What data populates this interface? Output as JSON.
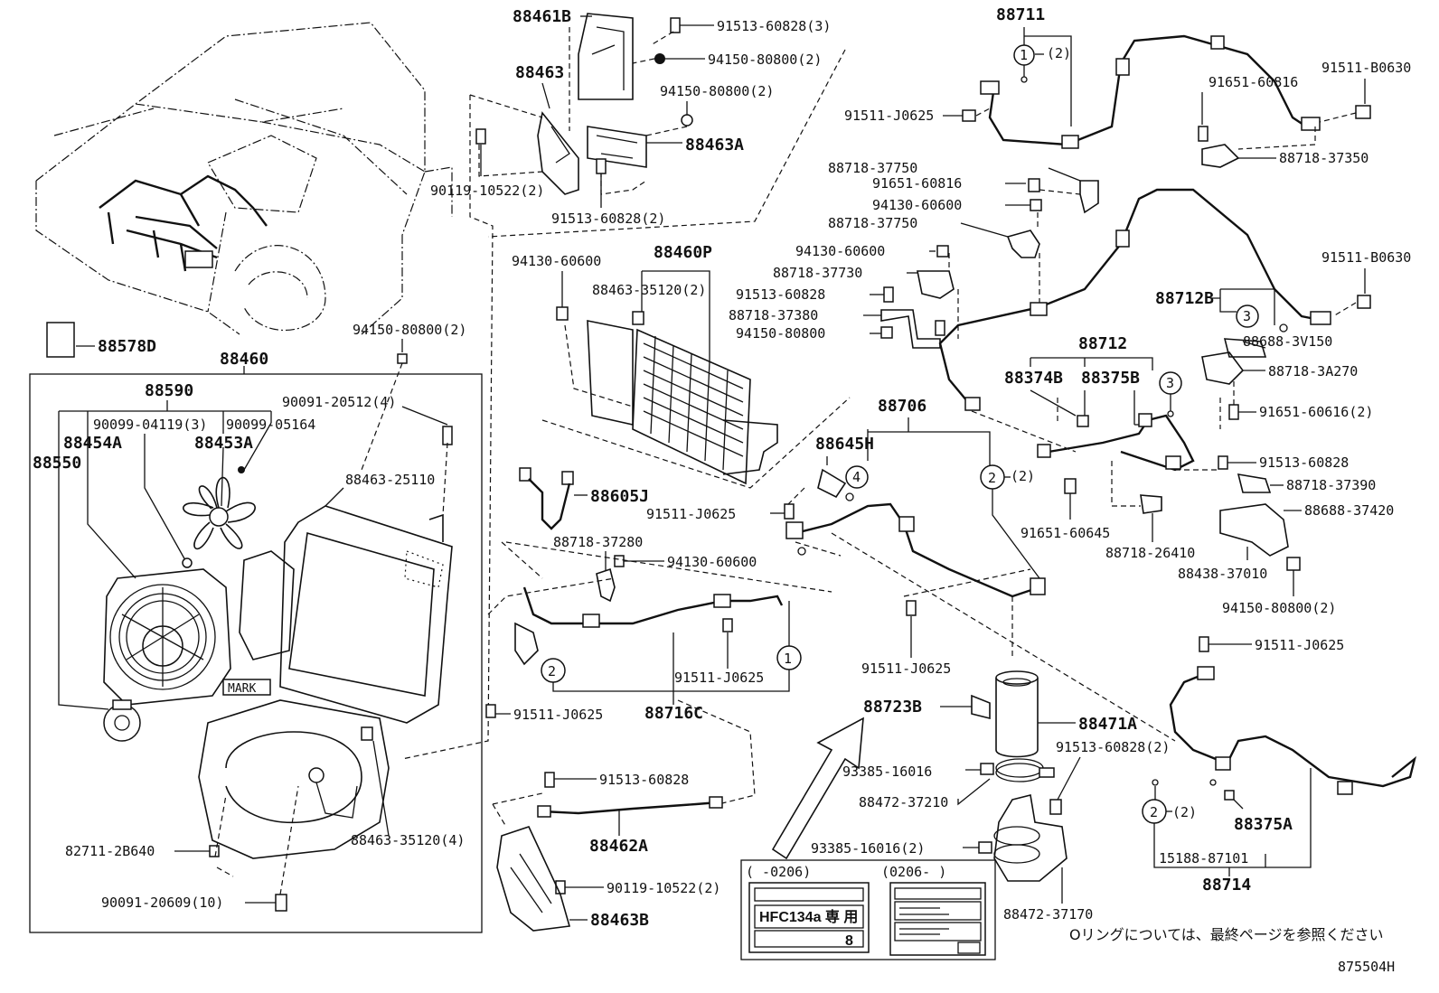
{
  "diagram_id": "875504H",
  "note_jp": "Oリングについては、最終ページを参照ください",
  "label_period_1": "(    -0206)",
  "label_period_2": "(0206-    )",
  "hfc_label": "HFC134a 専 用",
  "hfc_sub": "8",
  "callouts": {
    "c88461B": "88461B",
    "c91513_60828_3": "91513-60828(3)",
    "c94150_80800_2a": "94150-80800(2)",
    "c88463": "88463",
    "c94150_80800_2b": "94150-80800(2)",
    "c88463A": "88463A",
    "c90119_10522_2a": "90119-10522(2)",
    "c91513_60828_2a": "91513-60828(2)",
    "c94130_60600_a": "94130-60600",
    "c88460P": "88460P",
    "c88463_35120_2": "88463-35120(2)",
    "c94150_80800_2c": "94150-80800(2)",
    "c88460": "88460",
    "c88578D": "88578D",
    "c88590": "88590",
    "c90091_20512_4": "90091-20512(4)",
    "c90099_04119_3": "90099-04119(3)",
    "c90099_05164": "90099-05164",
    "c88454A": "88454A",
    "c88453A": "88453A",
    "c88550": "88550",
    "c88463_25110": "88463-25110",
    "c88605J": "88605J",
    "c88718_37280": "88718-37280",
    "c94130_60600_b": "94130-60600",
    "mark": "MARK",
    "c91511_J0625_a": "91511-J0625",
    "c88716C": "88716C",
    "c91511_J0625_b": "91511-J0625",
    "c82711_2B640": "82711-2B640",
    "c88463_35120_4": "88463-35120(4)",
    "c90091_20609_10": "90091-20609(10)",
    "c91513_60828_b": "91513-60828",
    "c88462A": "88462A",
    "c90119_10522_2b": "90119-10522(2)",
    "c88463B": "88463B",
    "c88711": "88711",
    "c91511_B0630_a": "91511-B0630",
    "c91651_60816_a": "91651-60816",
    "c91511_J0625_c": "91511-J0625",
    "c88718_37350": "88718-37350",
    "c88718_37750_a": "88718-37750",
    "c91651_60816_b": "91651-60816",
    "c94130_60600_c": "94130-60600",
    "c88718_37750_b": "88718-37750",
    "c94130_60600_d": "94130-60600",
    "c88718_37730": "88718-37730",
    "c91513_60828_c": "91513-60828",
    "c88718_37380": "88718-37380",
    "c94150_80800_d": "94150-80800",
    "c91511_B0630_b": "91511-B0630",
    "c88712B": "88712B",
    "c88712": "88712",
    "c88688_3V150": "88688-3V150",
    "c88374B": "88374B",
    "c88375B": "88375B",
    "c88718_3A270": "88718-3A270",
    "c88706": "88706",
    "c91651_60616_2": "91651-60616(2)",
    "c88645H": "88645H",
    "c91513_60828_d": "91513-60828",
    "c88718_37390": "88718-37390",
    "c91511_J0625_d": "91511-J0625",
    "c91651_60645": "91651-60645",
    "c88688_37420": "88688-37420",
    "c88718_26410": "88718-26410",
    "c88438_37010": "88438-37010",
    "c94150_80800_2e": "94150-80800(2)",
    "c91511_J0625_e": "91511-J0625",
    "c91511_J0625_f": "91511-J0625",
    "c88723B": "88723B",
    "c88471A": "88471A",
    "c93385_16016": "93385-16016",
    "c91513_60828_2f": "91513-60828(2)",
    "c88472_37210": "88472-37210",
    "c93385_16016_2": "93385-16016(2)",
    "c88472_37170": "88472-37170",
    "c88375A": "88375A",
    "c15188_87101": "15188-87101",
    "c88714": "88714",
    "ring1_note": "(2)",
    "ring2_note_a": "(2)",
    "ring2_note_b": "(2)"
  },
  "circled_refs": {
    "r1": "1",
    "r2": "2",
    "r3": "3",
    "r4": "4"
  }
}
